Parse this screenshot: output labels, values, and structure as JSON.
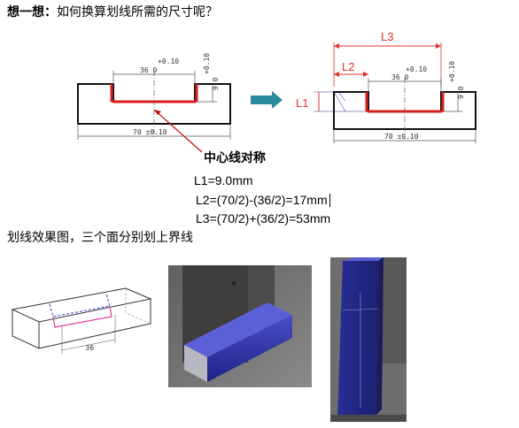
{
  "heading": {
    "bold": "想一想：",
    "rest": "如何换算划线所需的尺寸呢？"
  },
  "left_drawing": {
    "dim_36": "36  0",
    "tol_36": "+0.10",
    "dim_9": "9  0",
    "tol_9": "+0.10",
    "dim_70": "70 ±0.10"
  },
  "callout": "中心线对称",
  "right_drawing": {
    "L3": "L3",
    "L2": "L2",
    "L1": "L1",
    "dim_36": "36  0",
    "tol_36": "+0.10",
    "dim_9": "9  0",
    "tol_9": "+0.10",
    "dim_70": "70 ±0.10"
  },
  "calculations": [
    "L1=9.0mm",
    "L2=(70/2)-(36/2)=17mm",
    "L3=(70/2)+(36/2)=53mm"
  ],
  "subheading": "划线效果图，三个面分别划上界线",
  "iso_dim": "36",
  "colors": {
    "red_line": "#d81e1e",
    "arrow": "#2a8a9e",
    "blue_block": "#2a2d9e"
  }
}
